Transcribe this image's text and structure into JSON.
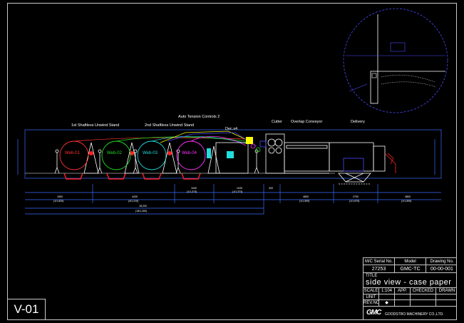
{
  "sections": {
    "auto_tension": "Auto Tension Controls 2",
    "stand1": "1st Shaftless Unwind Stand",
    "stand2": "2nd Shaftless Unwind Stand",
    "dec": "Dec.x4",
    "cutter": "Cutter",
    "overlap": "Overlap Conveyor",
    "delivery": "Delivery"
  },
  "webs": [
    {
      "label": "Web-01",
      "color": "#ff3333"
    },
    {
      "label": "Web-02",
      "color": "#22dd22"
    },
    {
      "label": "Web-03",
      "color": "#22dddd"
    },
    {
      "label": "Web-04",
      "color": "#ff33ff"
    }
  ],
  "colors": {
    "dimension": "#3a6bff",
    "structure": "#ffffff",
    "base": "#ff2020",
    "detail_blue": "#4a4aff",
    "yellow": "#ffff00"
  },
  "view_badge": "V-01",
  "title_block": {
    "h_serial": "M/C Serial No.",
    "h_model": "Model",
    "h_drawing": "Drawing No.",
    "serial": "27253",
    "model": "GMC-TC",
    "drawing": "00-00-001",
    "title_label": "TITLE",
    "title": "side view - case paper",
    "scale_label": "SCALE",
    "scale": "1:104",
    "app": "APP.",
    "checked": "CHECKED",
    "drawn": "DRAWN",
    "unit_label": "UNIT",
    "rev_label": "REV.NO.",
    "company": "GOODSTRO MACHINERY CO.,LTD."
  }
}
